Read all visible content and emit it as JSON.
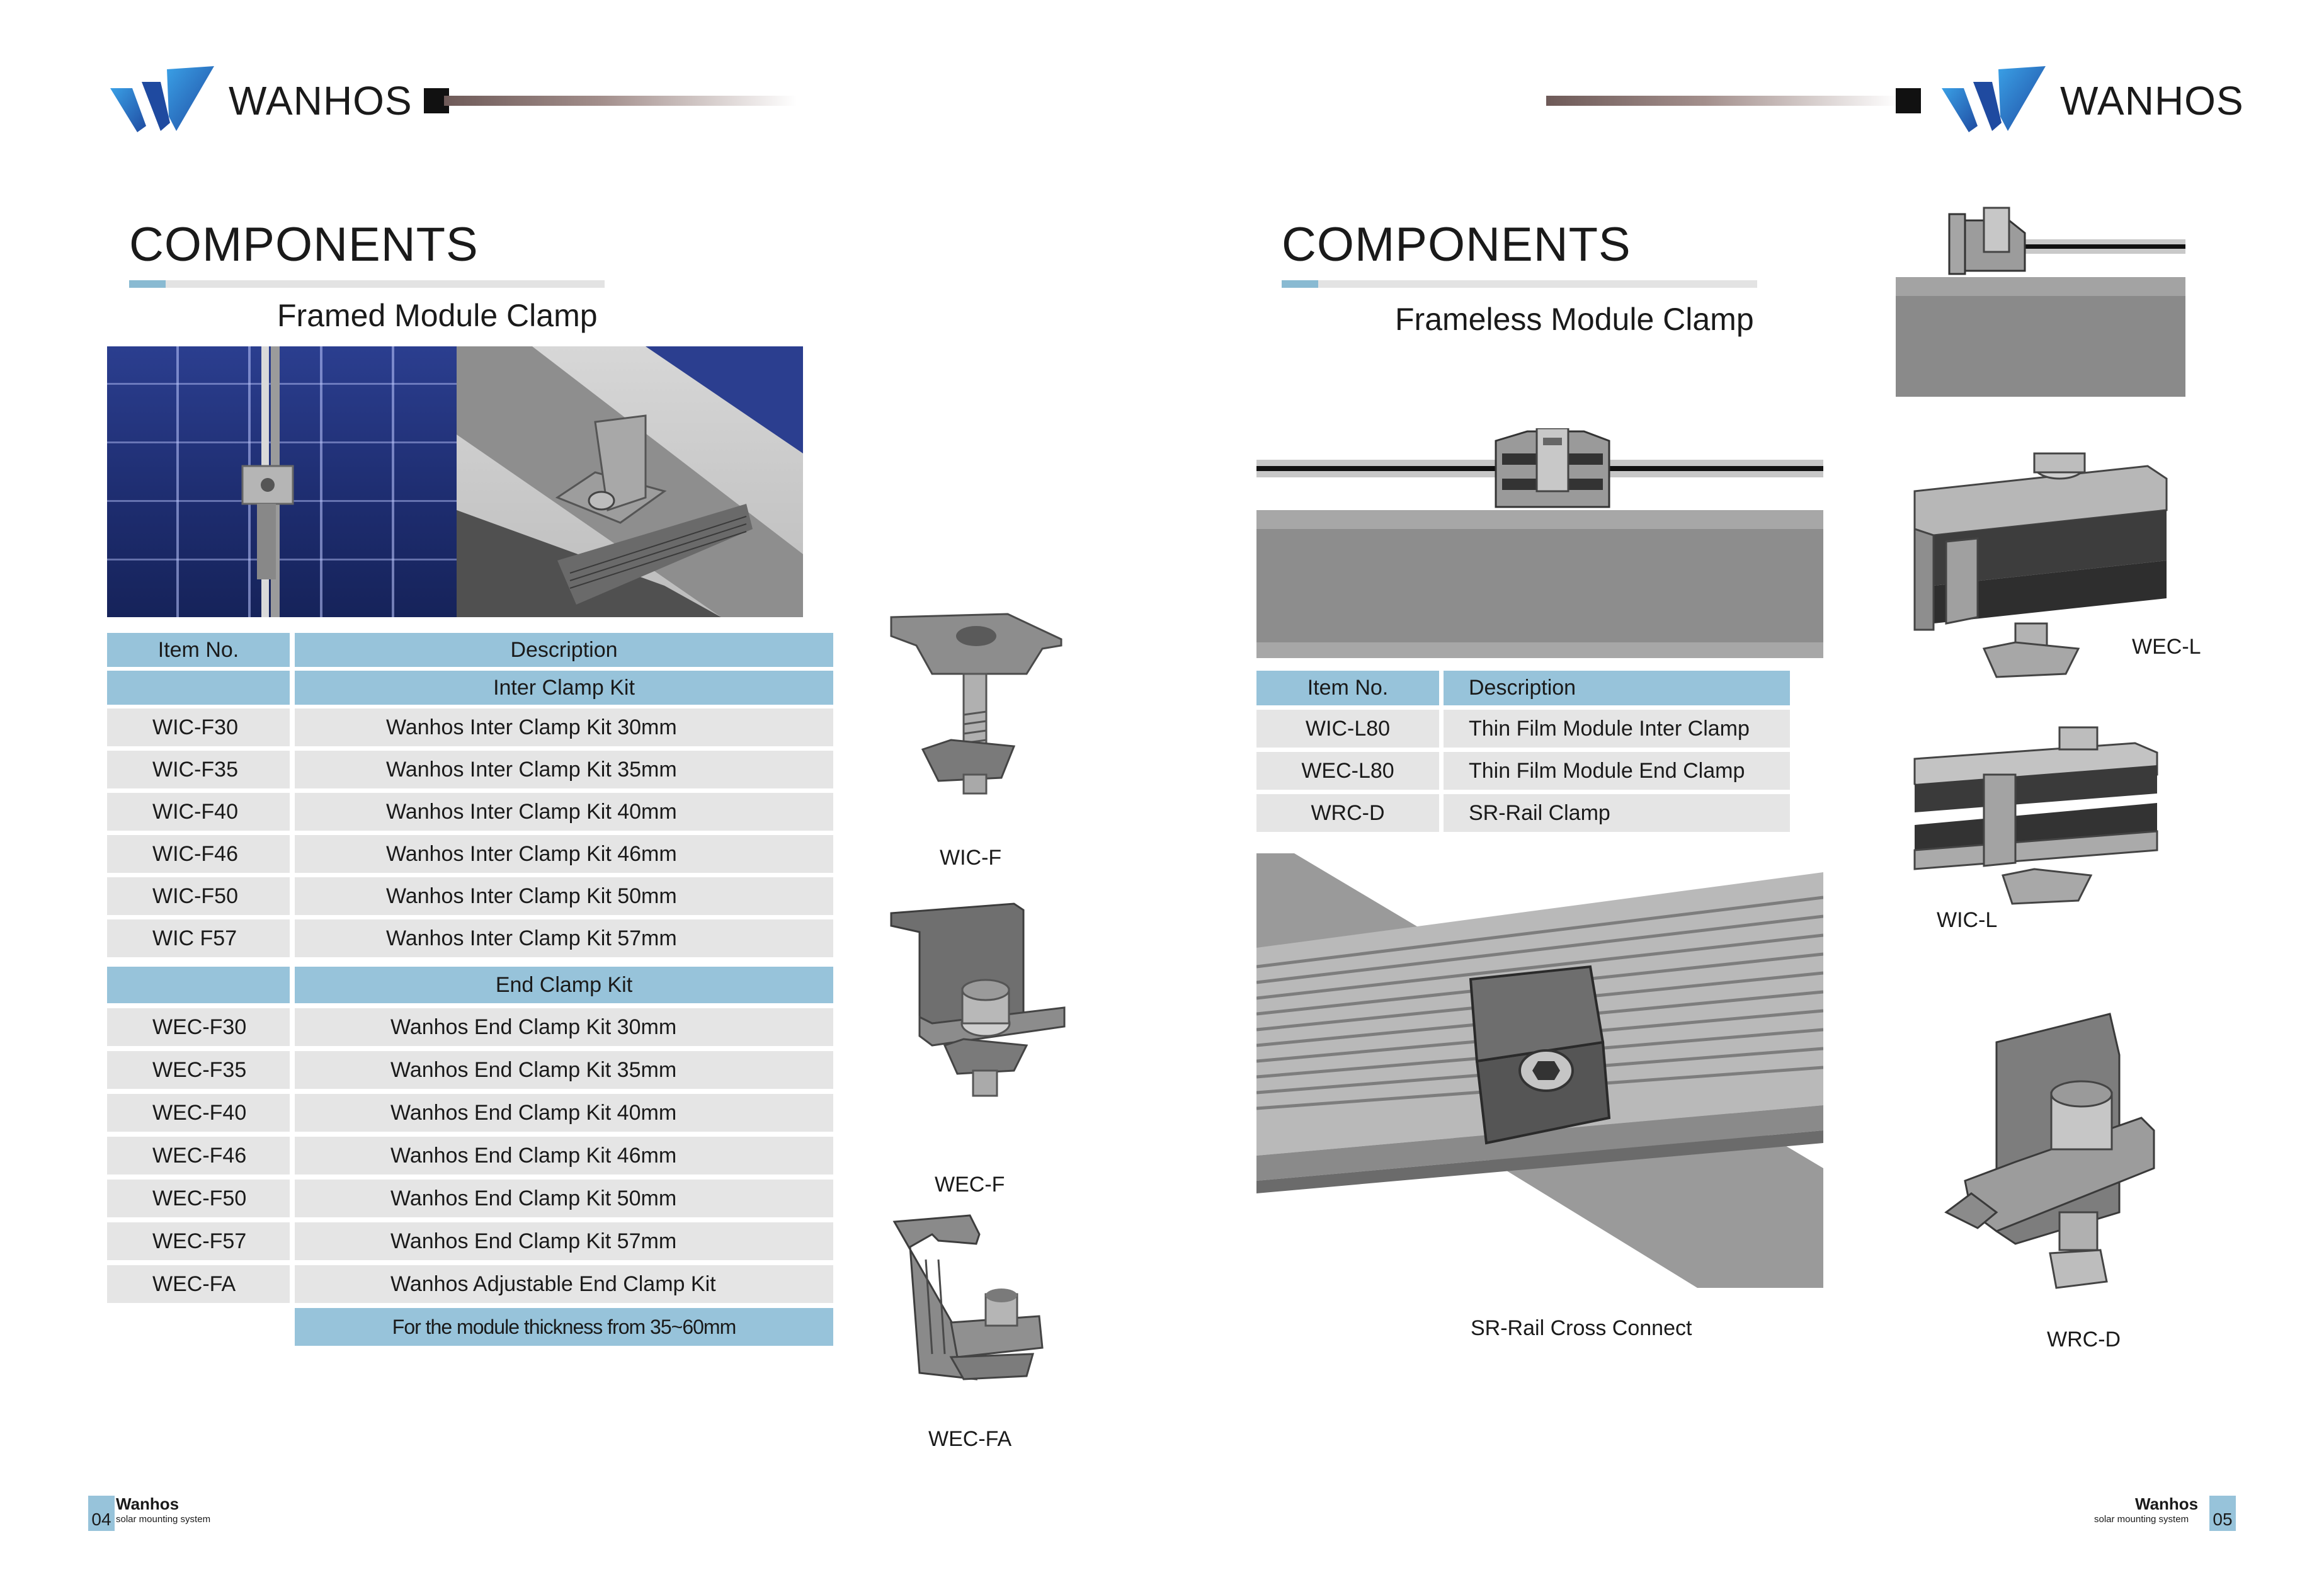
{
  "brand": {
    "name": "WANHOS",
    "colors": {
      "blue_dark": "#1f4aa0",
      "blue_light": "#3aa0e6",
      "accent": "#97c3da",
      "row": "#e5e5e5"
    }
  },
  "left": {
    "title": "COMPONENTS",
    "subtitle": "Framed Module Clamp",
    "table": {
      "col_item": "Item No.",
      "col_desc": "Description",
      "inter_section": "Inter Clamp Kit",
      "inter_rows": [
        {
          "item": "WIC-F30",
          "desc": "Wanhos Inter Clamp Kit 30mm"
        },
        {
          "item": "WIC-F35",
          "desc": "Wanhos Inter Clamp Kit 35mm"
        },
        {
          "item": "WIC-F40",
          "desc": "Wanhos Inter Clamp Kit 40mm"
        },
        {
          "item": "WIC-F46",
          "desc": "Wanhos Inter Clamp Kit 46mm"
        },
        {
          "item": "WIC-F50",
          "desc": "Wanhos Inter Clamp Kit 50mm"
        },
        {
          "item": "WIC F57",
          "desc": "Wanhos Inter Clamp Kit 57mm"
        }
      ],
      "end_section": "End Clamp Kit",
      "end_rows": [
        {
          "item": "WEC-F30",
          "desc": "Wanhos End Clamp Kit 30mm"
        },
        {
          "item": "WEC-F35",
          "desc": "Wanhos End Clamp Kit 35mm"
        },
        {
          "item": "WEC-F40",
          "desc": "Wanhos End Clamp Kit 40mm"
        },
        {
          "item": "WEC-F46",
          "desc": "Wanhos End Clamp Kit 46mm"
        },
        {
          "item": "WEC-F50",
          "desc": "Wanhos End Clamp Kit 50mm"
        },
        {
          "item": "WEC-F57",
          "desc": "Wanhos End Clamp Kit 57mm"
        },
        {
          "item": "WEC-FA",
          "desc": "Wanhos Adjustable End Clamp Kit"
        }
      ],
      "footnote": "For the module thickness from 35~60mm"
    },
    "labels": {
      "wicf": "WIC-F",
      "wecf": "WEC-F",
      "wecfa": "WEC-FA"
    },
    "footer": {
      "page": "04",
      "title": "Wanhos",
      "sub": "solar mounting system"
    }
  },
  "right": {
    "title": "COMPONENTS",
    "subtitle": "Frameless Module Clamp",
    "table": {
      "col_item": "Item No.",
      "col_desc": "Description",
      "rows": [
        {
          "item": "WIC-L80",
          "desc": "Thin Film Module Inter Clamp"
        },
        {
          "item": "WEC-L80",
          "desc": "Thin Film Module End Clamp"
        },
        {
          "item": "WRC-D",
          "desc": "SR-Rail Clamp"
        }
      ]
    },
    "caption": "SR-Rail Cross Connect",
    "labels": {
      "wecl": "WEC-L",
      "wicl": "WIC-L",
      "wrcd": "WRC-D"
    },
    "footer": {
      "page": "05",
      "title": "Wanhos",
      "sub": "solar mounting system"
    }
  }
}
